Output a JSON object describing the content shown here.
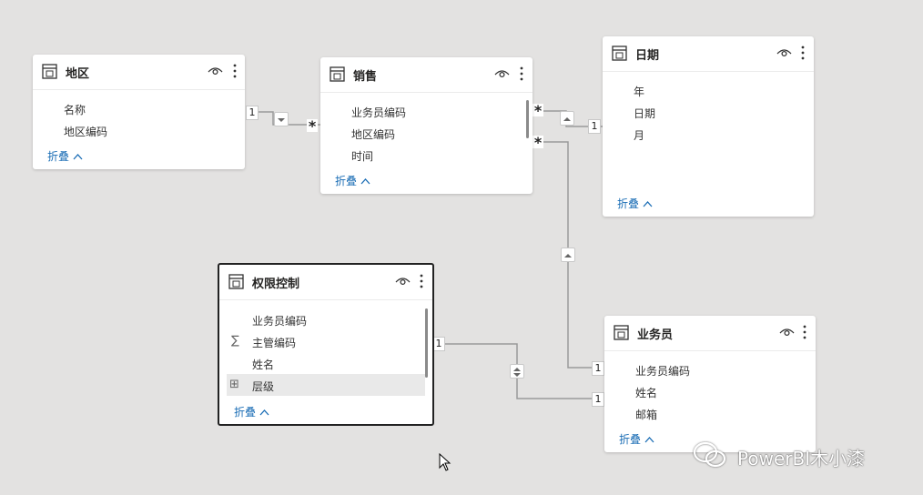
{
  "tables": [
    {
      "title": "地区",
      "fields": [
        "名称",
        "地区编码"
      ],
      "collapse": "折叠"
    },
    {
      "title": "销售",
      "fields": [
        "业务员编码",
        "地区编码",
        "时间"
      ],
      "collapse": "折叠"
    },
    {
      "title": "日期",
      "fields": [
        "年",
        "日期",
        "月"
      ],
      "collapse": "折叠"
    },
    {
      "title": "权限控制",
      "fields": [
        "业务员编码",
        "主管编码",
        "姓名",
        "层级"
      ],
      "collapse": "折叠"
    },
    {
      "title": "业务员",
      "fields": [
        "业务员编码",
        "姓名",
        "邮箱"
      ],
      "collapse": "折叠"
    }
  ],
  "relationships": {
    "region_sales": {
      "one": "1",
      "many": "*"
    },
    "sales_date": {
      "many": "*",
      "one": "1"
    },
    "sales_salesperson": {
      "many": "*",
      "one": "1"
    },
    "permission_salesperson": {
      "one_left": "1",
      "one_right": "1"
    }
  },
  "icons": {
    "table": "table-icon",
    "visibility": "eye-icon",
    "more": "more-options-icon",
    "sigma": "sigma-icon",
    "hierarchy": "hierarchy-icon",
    "collapse_chevron": "chevron-up-icon",
    "filter_single": "triangle-arrow-icon",
    "filter_both": "bidirectional-arrow-icon"
  },
  "field_icon_glyphs": {
    "sigma": "∑",
    "hierarchy": "⊞"
  },
  "colors": {
    "canvas": "#e3e2e1",
    "card": "#ffffff",
    "link": "#1a6db5",
    "relationship_line": "#9a9a9a",
    "selected_border": "#222222"
  },
  "watermark": {
    "text": "PowerBI木小漆"
  }
}
